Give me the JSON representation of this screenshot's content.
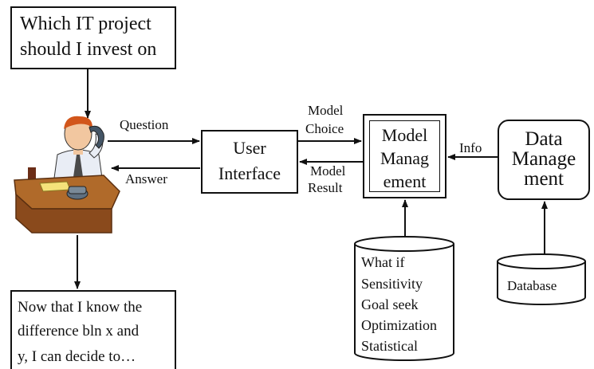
{
  "question_box": {
    "line1": "Which IT project",
    "line2": "should I invest on"
  },
  "answer_box": {
    "line1": "Now that I know the",
    "line2": "difference bln x and",
    "line3": "y, I can decide to…"
  },
  "labels": {
    "question": "Question",
    "answer": "Answer",
    "model_choice_line1": "Model",
    "model_choice_line2": "Choice",
    "model_result_line1": "Model",
    "model_result_line2": "Result",
    "info": "Info"
  },
  "user_interface": {
    "line1": "User",
    "line2": "Interface"
  },
  "model_management": {
    "line1": "Model",
    "line2": "Manag",
    "line3": "ement"
  },
  "data_management": {
    "line1": "Data",
    "line2": "Manage",
    "line3": "ment"
  },
  "model_base": {
    "items": [
      "What if",
      "Sensitivity",
      "Goal seek",
      "Optimization",
      "Statistical"
    ]
  },
  "database": {
    "label": "Database"
  },
  "person": {
    "icon": "person-on-phone-at-desk-icon"
  }
}
